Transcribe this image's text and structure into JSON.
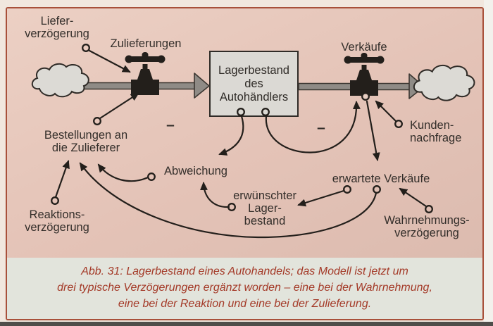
{
  "figure": {
    "caption_lines": [
      "Abb. 31: Lagerbestand eines Autohandels; das Modell ist jetzt um",
      "drei typische Verzögerungen ergänzt worden – eine bei der Wahrnehmung,",
      "eine bei der Reaktion und eine bei der Zulieferung."
    ]
  },
  "diagram": {
    "stock_box": {
      "line1": "Lagerbestand",
      "line2": "des",
      "line3": "Autohändlers"
    },
    "labels": {
      "lieferverzoegerung": {
        "line1": "Liefer-",
        "line2": "verzögerung"
      },
      "zulieferungen": "Zulieferungen",
      "verkaeufe": "Verkäufe",
      "bestellungen": {
        "line1": "Bestellungen an",
        "line2": "die Zulieferer"
      },
      "abweichung": "Abweichung",
      "erwuenschter_lagerbestand": {
        "line1": "erwünschter",
        "line2": "Lager-",
        "line3": "bestand"
      },
      "erwartete_verkaeufe": "erwartete Verkäufe",
      "kundennachfrage": {
        "line1": "Kunden-",
        "line2": "nachfrage"
      },
      "reaktionsverzoegerung": {
        "line1": "Reaktions-",
        "line2": "verzögerung"
      },
      "wahrnehmungsverzoegerung": {
        "line1": "Wahrnehmungs-",
        "line2": "verzögerung"
      }
    },
    "minus_sign": "–"
  },
  "colors": {
    "panel_pink": "#e4c3b7",
    "caption_band": "#e2e4dc",
    "frame_border": "#a8503a",
    "caption_text": "#a43a28",
    "label_text": "#332e2a",
    "line_dark": "#231f1b",
    "pipe_gray": "#8f8b86",
    "cloud_fill": "#dcdad5",
    "box_fill": "#dbd9d4"
  }
}
